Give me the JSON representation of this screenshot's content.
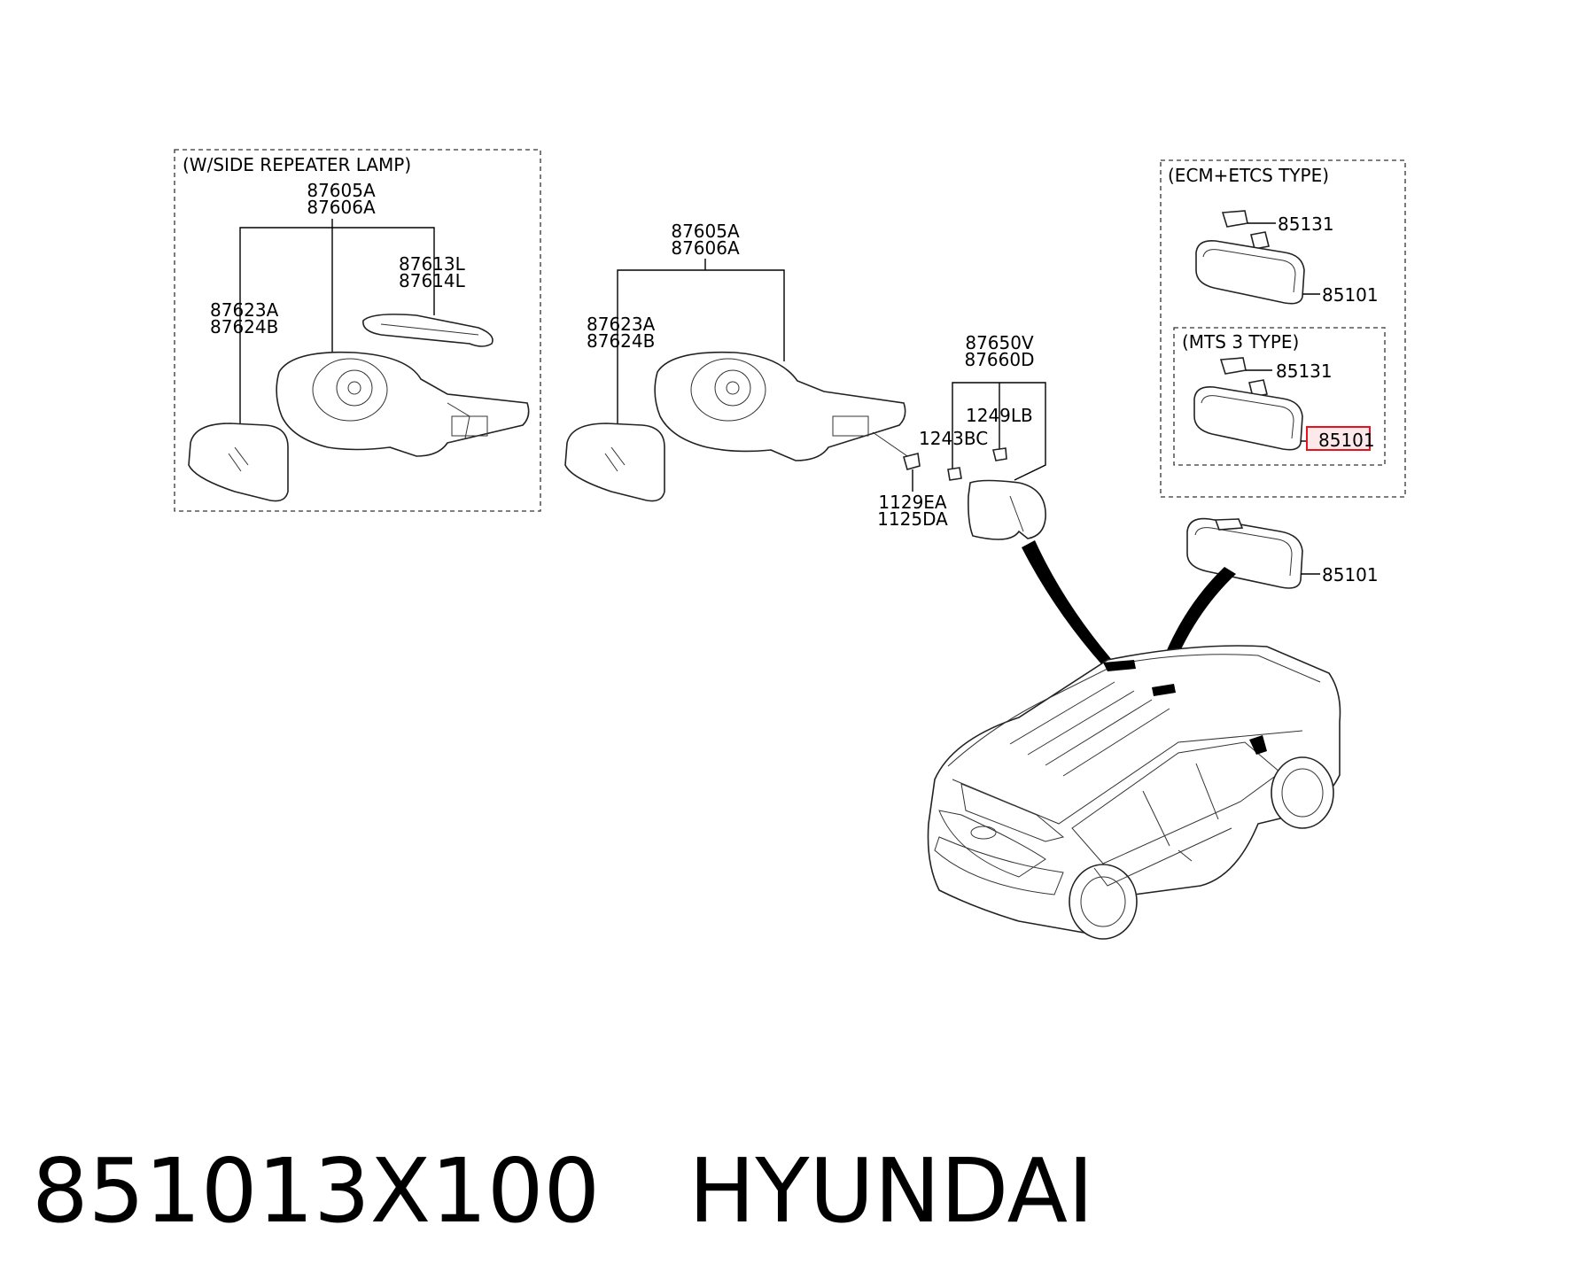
{
  "labels": {
    "box_left_title": "(W/SIDE REPEATER LAMP)",
    "left_housing_1": "87605A",
    "left_housing_2": "87606A",
    "left_lamp_1": "87613L",
    "left_lamp_2": "87614L",
    "left_glass_1": "87623A",
    "left_glass_2": "87624B",
    "mid_housing_1": "87605A",
    "mid_housing_2": "87606A",
    "mid_glass_1": "87623A",
    "mid_glass_2": "87624B",
    "cover_1": "87650V",
    "cover_2": "87660D",
    "screw_a": "1249LB",
    "screw_b": "1243BC",
    "bolt_1": "1129EA",
    "bolt_2": "1125DA",
    "box_right_title": "(ECM+ETCS TYPE)",
    "ecm_cover": "85131",
    "ecm_mirror": "85101",
    "box_inner_title": "(MTS 3 TYPE)",
    "mts_cover": "85131",
    "mts_mirror": "85101",
    "main_mirror": "85101"
  },
  "highlight": {
    "color": "#e8121e"
  },
  "footer": {
    "part_number": "851013X100",
    "brand": "HYUNDAI"
  }
}
